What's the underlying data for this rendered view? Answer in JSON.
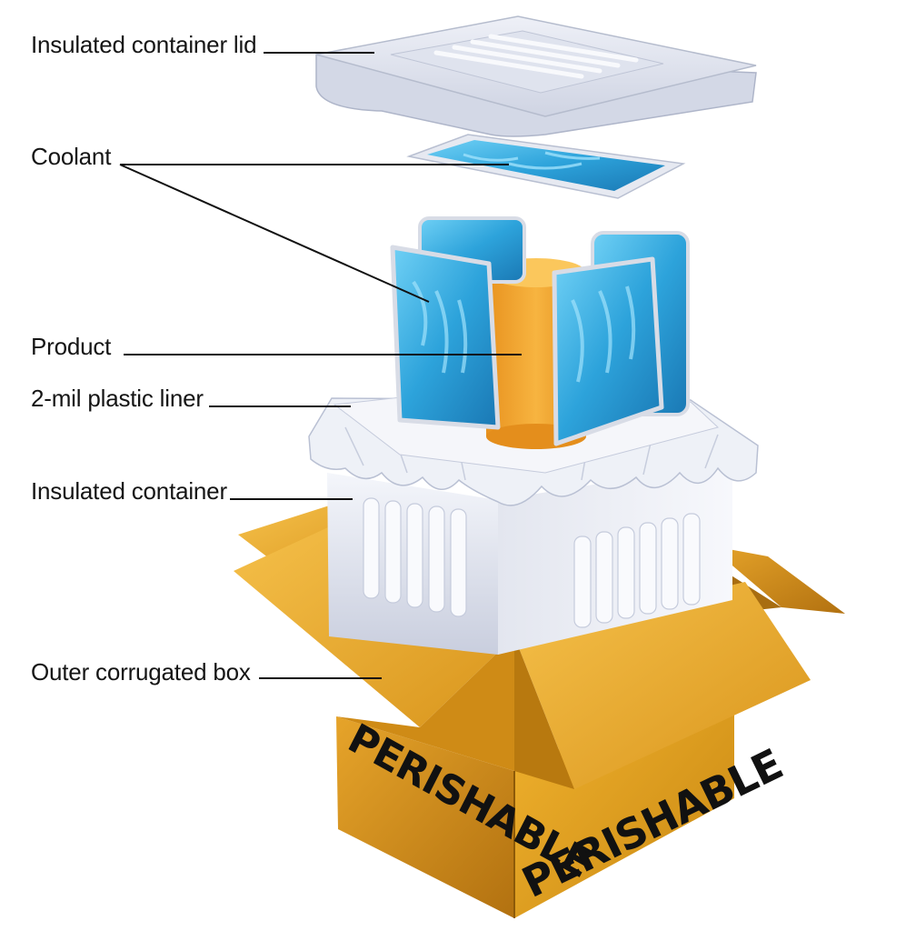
{
  "labels": {
    "lid": "Insulated container lid",
    "coolant": "Coolant",
    "product": "Product",
    "liner": "2-mil plastic liner",
    "container": "Insulated container",
    "box": "Outer corrugated box"
  },
  "box_print": {
    "left_side": "PERISHABLE",
    "front_side": "PERISHABLE"
  },
  "colors": {
    "cardboard": "#e3a11f",
    "cardboard_dark": "#b87a12",
    "foam": "#dfe3ee",
    "coolant": "#2fa6dd",
    "product": "#f2a633",
    "leader_line": "#111111"
  }
}
